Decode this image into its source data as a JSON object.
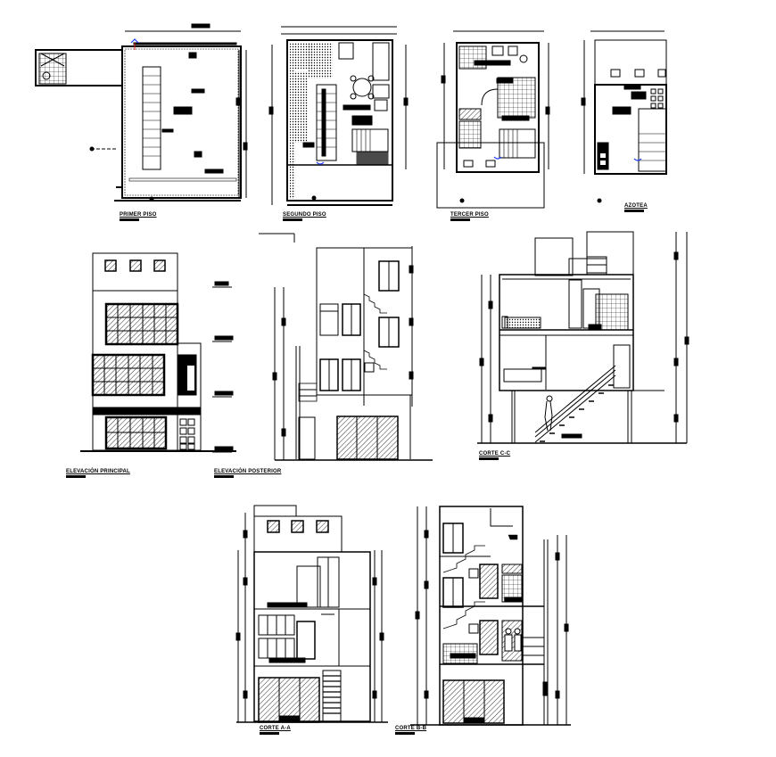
{
  "sheet": {
    "type": "architectural drawing set",
    "line_color": "#000000",
    "accent_colors": {
      "level_marker_blue": "#1f3cff",
      "level_marker_red": "#e0202a"
    }
  },
  "plans": [
    {
      "id": "primer-piso",
      "label": "PRIMER PISO"
    },
    {
      "id": "segundo-piso",
      "label": "SEGUNDO PISO"
    },
    {
      "id": "tercer-piso",
      "label": "TERCER PISO"
    },
    {
      "id": "azotea",
      "label": "AZOTEA"
    }
  ],
  "elevations": [
    {
      "id": "elevacion-principal",
      "label": "ELEVACIÓN PRINCIPAL"
    },
    {
      "id": "elevacion-posterior",
      "label": "ELEVACIÓN POSTERIOR"
    }
  ],
  "sections": [
    {
      "id": "corte-c-c",
      "label": "CORTE C-C"
    },
    {
      "id": "corte-a-a",
      "label": "CORTE A-A"
    },
    {
      "id": "corte-b-b",
      "label": "CORTE B-B"
    }
  ]
}
